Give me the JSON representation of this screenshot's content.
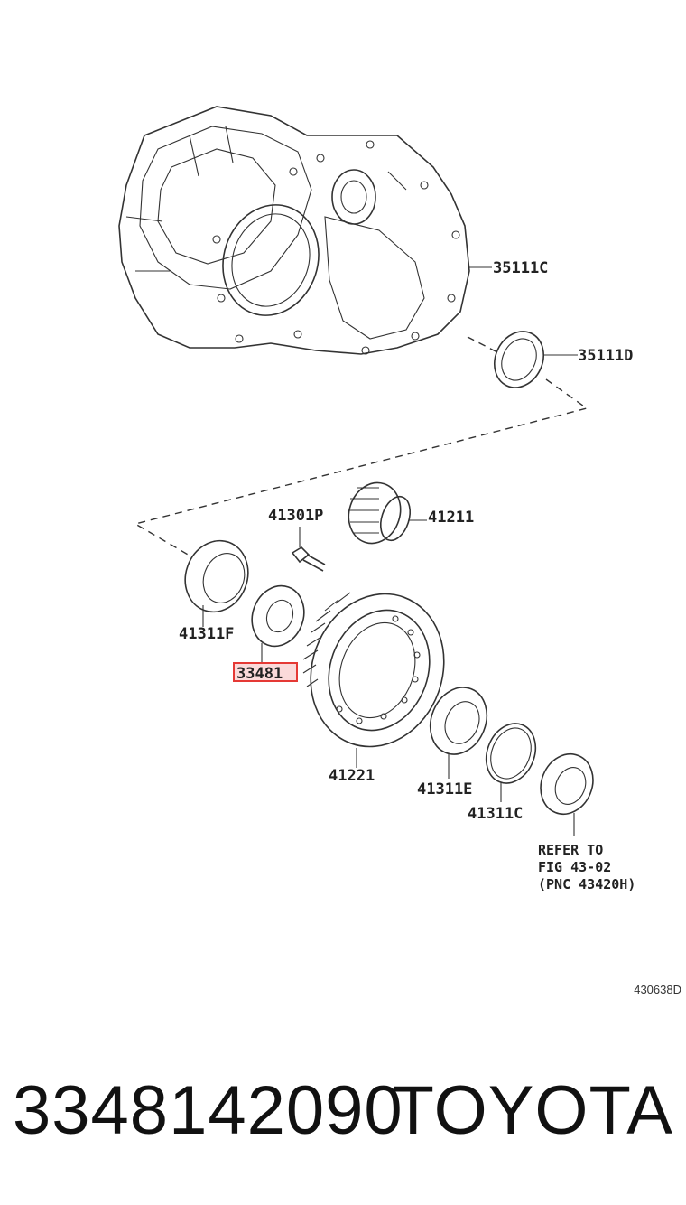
{
  "diagram": {
    "labels": {
      "case": "35111C",
      "case_seal": "35111D",
      "bolt": "41301P",
      "pinion_gear": "41211",
      "bearing_left": "41311F",
      "highlighted_part": "33481",
      "ring_gear": "41221",
      "bearing_right": "41311E",
      "bearing_race": "41311C"
    },
    "note": {
      "line1": "REFER TO",
      "line2": "FIG 43-02",
      "line3": "(PNC 43420H)"
    },
    "reference_code": "430638D",
    "highlight_color": "#e53935"
  },
  "footer": {
    "part_number": "3348142090",
    "brand": "TOYOTA"
  }
}
